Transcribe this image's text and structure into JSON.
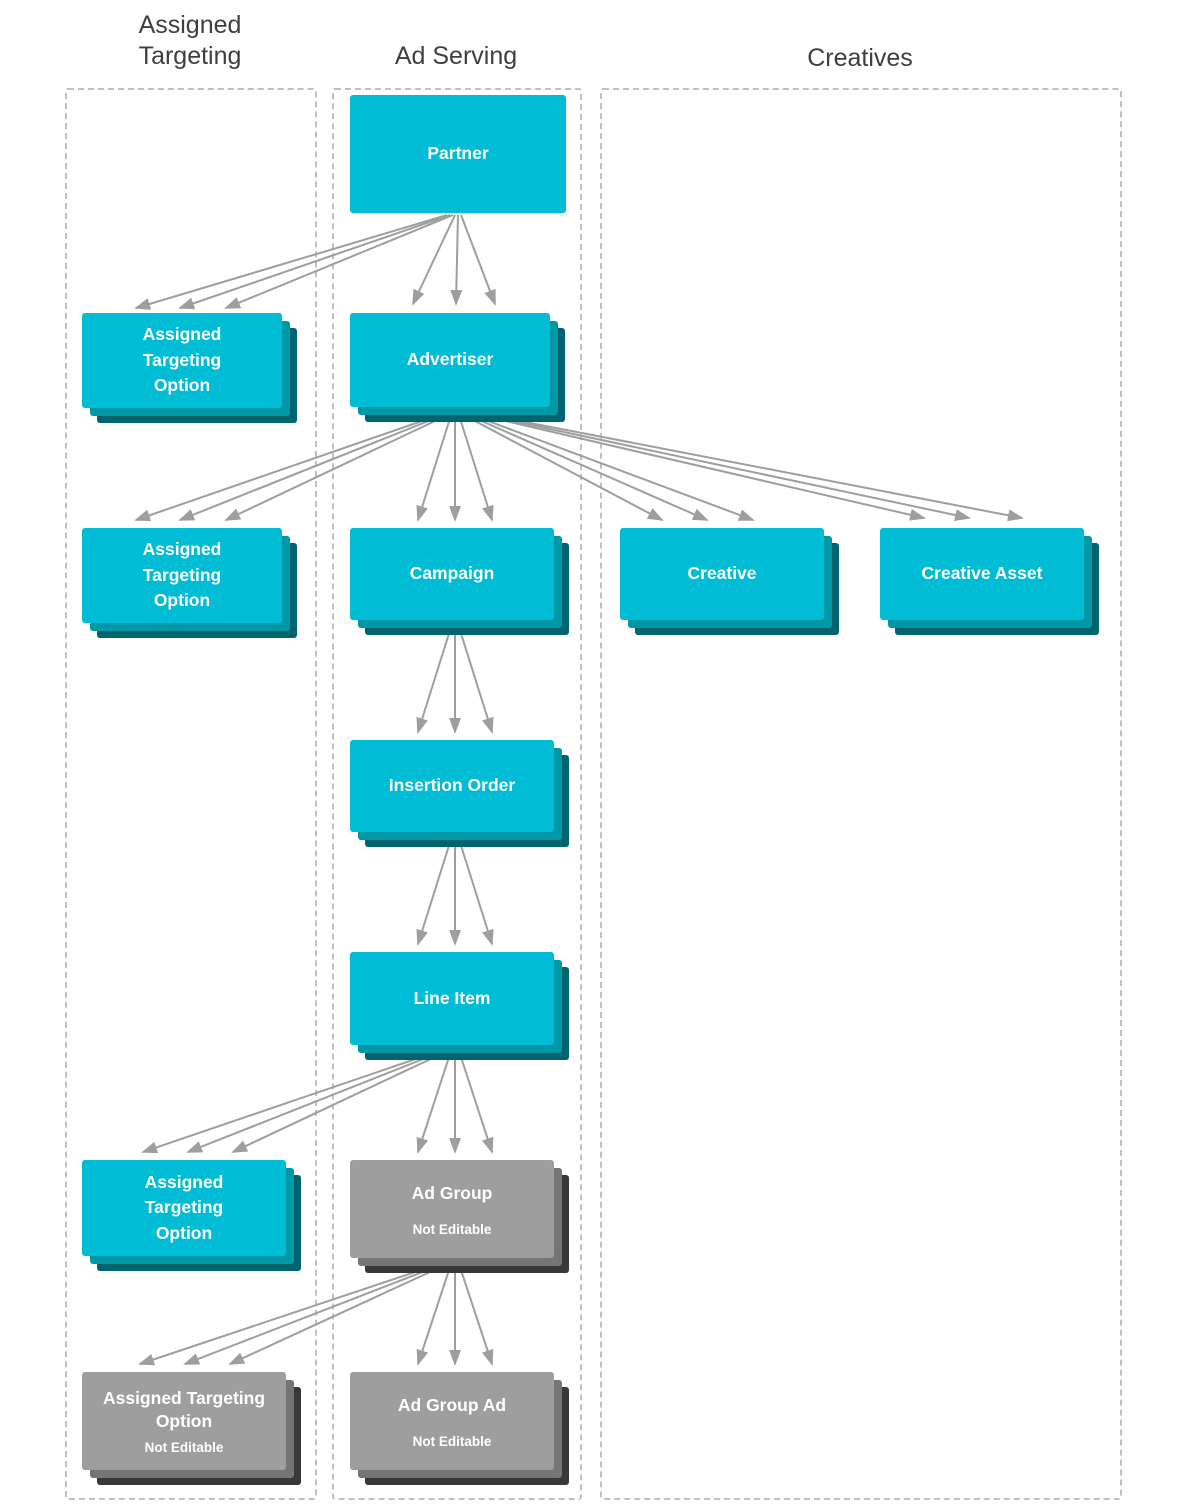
{
  "columns": {
    "assigned_targeting": {
      "title": "Assigned Targeting"
    },
    "ad_serving": {
      "title": "Ad Serving"
    },
    "creatives": {
      "title": "Creatives"
    }
  },
  "nodes": {
    "partner": {
      "label": "Partner"
    },
    "advertiser": {
      "label": "Advertiser"
    },
    "campaign": {
      "label": "Campaign"
    },
    "insertion_order": {
      "label": "Insertion Order"
    },
    "line_item": {
      "label": "Line Item"
    },
    "ad_group": {
      "label": "Ad Group",
      "sublabel": "Not Editable"
    },
    "ad_group_ad": {
      "label": "Ad Group Ad",
      "sublabel": "Not Editable"
    },
    "ato_partner": {
      "label": "Assigned Targeting Option"
    },
    "ato_advertiser": {
      "label": "Assigned Targeting Option"
    },
    "ato_line_item": {
      "label": "Assigned Targeting Option"
    },
    "ato_ad_group": {
      "label": "Assigned Targeting Option",
      "sublabel": "Not Editable"
    },
    "creative": {
      "label": "Creative"
    },
    "creative_asset": {
      "label": "Creative Asset"
    }
  },
  "colors": {
    "teal": "#00bcd4",
    "teal_mid": "#0097a7",
    "teal_dark": "#00646e",
    "gray": "#9e9e9e",
    "gray_mid": "#757575",
    "gray_dark": "#383838",
    "arrow": "#9e9e9e"
  }
}
